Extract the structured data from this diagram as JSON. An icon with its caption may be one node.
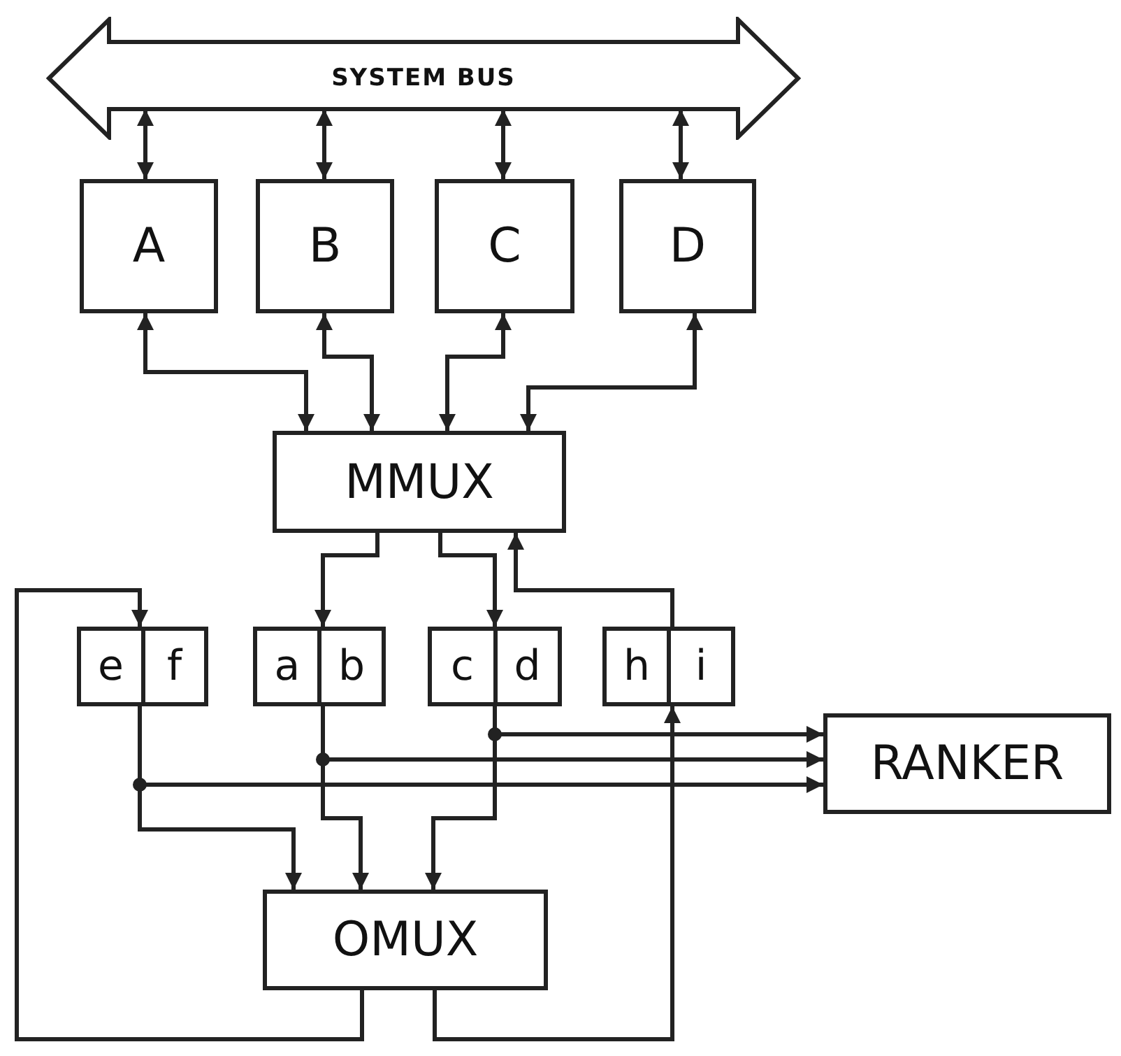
{
  "diagram": {
    "nodes": [
      {
        "text": [
          "SYSTEM BUS"
        ]
      },
      {
        "text": [
          "A"
        ]
      },
      {
        "text": [
          "B"
        ]
      },
      {
        "text": [
          "C"
        ]
      },
      {
        "text": [
          "D"
        ]
      },
      {
        "text": [
          "MMUX"
        ]
      },
      {
        "text": [
          "e",
          "f"
        ]
      },
      {
        "text": [
          "a",
          "b"
        ]
      },
      {
        "text": [
          "c",
          "d"
        ]
      },
      {
        "text": [
          "h",
          "i"
        ]
      },
      {
        "text": [
          "RANKER"
        ]
      },
      {
        "text": [
          "OMUX"
        ]
      }
    ],
    "edges": [
      {
        "from": 0,
        "to": 1,
        "arrow": "both"
      },
      {
        "from": 0,
        "to": 2,
        "arrow": "both"
      },
      {
        "from": 0,
        "to": 3,
        "arrow": "both"
      },
      {
        "from": 0,
        "to": 4,
        "arrow": "both"
      },
      {
        "from": 5,
        "to": 1,
        "arrow": "both"
      },
      {
        "from": 5,
        "to": 2,
        "arrow": "both"
      },
      {
        "from": 5,
        "to": 3,
        "arrow": "both"
      },
      {
        "from": 5,
        "to": 4,
        "arrow": "both"
      },
      {
        "from": 5,
        "to": 7,
        "arrow": "to"
      },
      {
        "from": 5,
        "to": 8,
        "arrow": "to"
      },
      {
        "from": 9,
        "to": 5,
        "arrow": "to"
      },
      {
        "from": 11,
        "to": 6,
        "arrow": "to"
      },
      {
        "from": 11,
        "to": 9,
        "arrow": "to"
      },
      {
        "from": 6,
        "to": 11,
        "arrow": "to"
      },
      {
        "from": 7,
        "to": 11,
        "arrow": "to"
      },
      {
        "from": 8,
        "to": 11,
        "arrow": "to"
      },
      {
        "from": 8,
        "to": 10,
        "arrow": "to"
      },
      {
        "from": 7,
        "to": 10,
        "arrow": "to"
      },
      {
        "from": 6,
        "to": 10,
        "arrow": "to"
      }
    ]
  }
}
